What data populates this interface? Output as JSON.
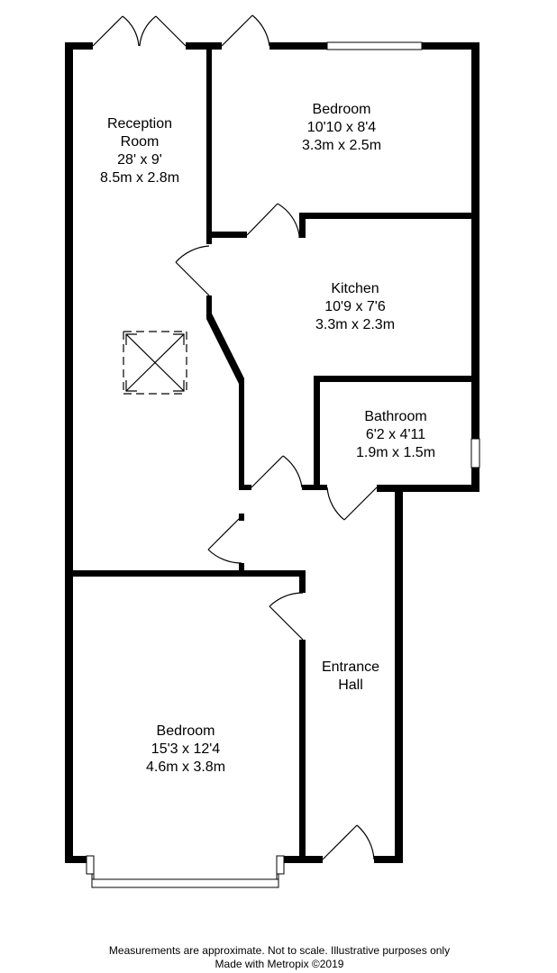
{
  "rooms": {
    "reception": {
      "name_line1": "Reception",
      "name_line2": "Room",
      "imperial": "28' x 9'",
      "metric": "8.5m x 2.8m"
    },
    "bedroom_top": {
      "name": "Bedroom",
      "imperial": "10'10 x 8'4",
      "metric": "3.3m x 2.5m"
    },
    "kitchen": {
      "name": "Kitchen",
      "imperial": "10'9 x 7'6",
      "metric": "3.3m x 2.3m"
    },
    "bathroom": {
      "name": "Bathroom",
      "imperial": "6'2 x 4'11",
      "metric": "1.9m x 1.5m"
    },
    "entrance_hall": {
      "name_line1": "Entrance",
      "name_line2": "Hall"
    },
    "bedroom_bottom": {
      "name": "Bedroom",
      "imperial": "15'3 x 12'4",
      "metric": "4.6m x 3.8m"
    }
  },
  "footer": {
    "disclaimer": "Measurements are approximate.  Not to scale.  Illustrative purposes only",
    "credit": "Made with Metropix ©2019"
  },
  "colors": {
    "wall": "#000000",
    "background": "#ffffff",
    "window": "#000000"
  }
}
